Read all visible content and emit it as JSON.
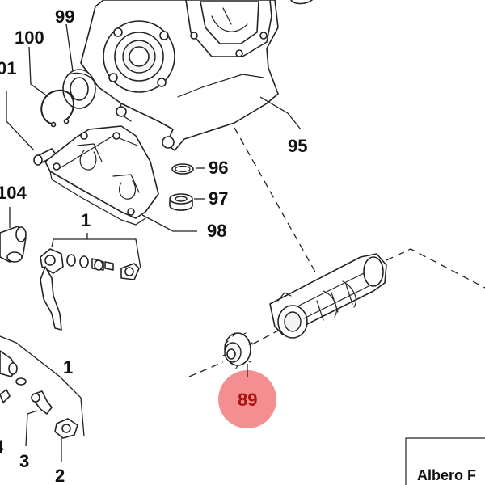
{
  "callouts": {
    "c99": "99",
    "c100": "100",
    "c101": "01",
    "c95": "95",
    "c96": "96",
    "c97": "97",
    "c98": "98",
    "c104": "104",
    "c1a": "1",
    "c1b": "1",
    "c89": "89",
    "c3": "3",
    "c2": "2",
    "c4": "4"
  },
  "highlight": {
    "color": "#f27b7e",
    "label_color": "#b01010"
  },
  "title_box": {
    "text": "Albero F"
  }
}
